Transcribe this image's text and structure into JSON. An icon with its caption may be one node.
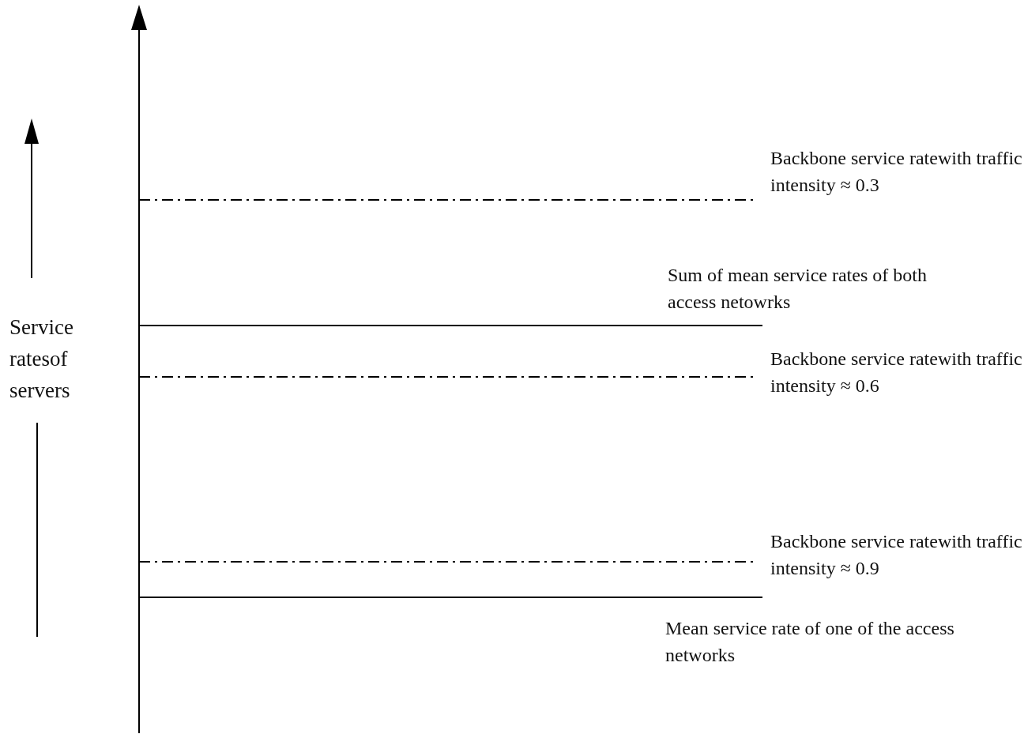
{
  "diagram": {
    "labels": [
      "Backbone service ratewith traffic intensity ≈ 0.3",
      "Sum of mean service rates of both access netowrks",
      "Service ratesof servers",
      "Backbone service ratewith traffic intensity ≈ 0.6",
      "Backbone service ratewith traffic intensity ≈ 0.9",
      "Mean service rate of one of the access networks"
    ]
  }
}
